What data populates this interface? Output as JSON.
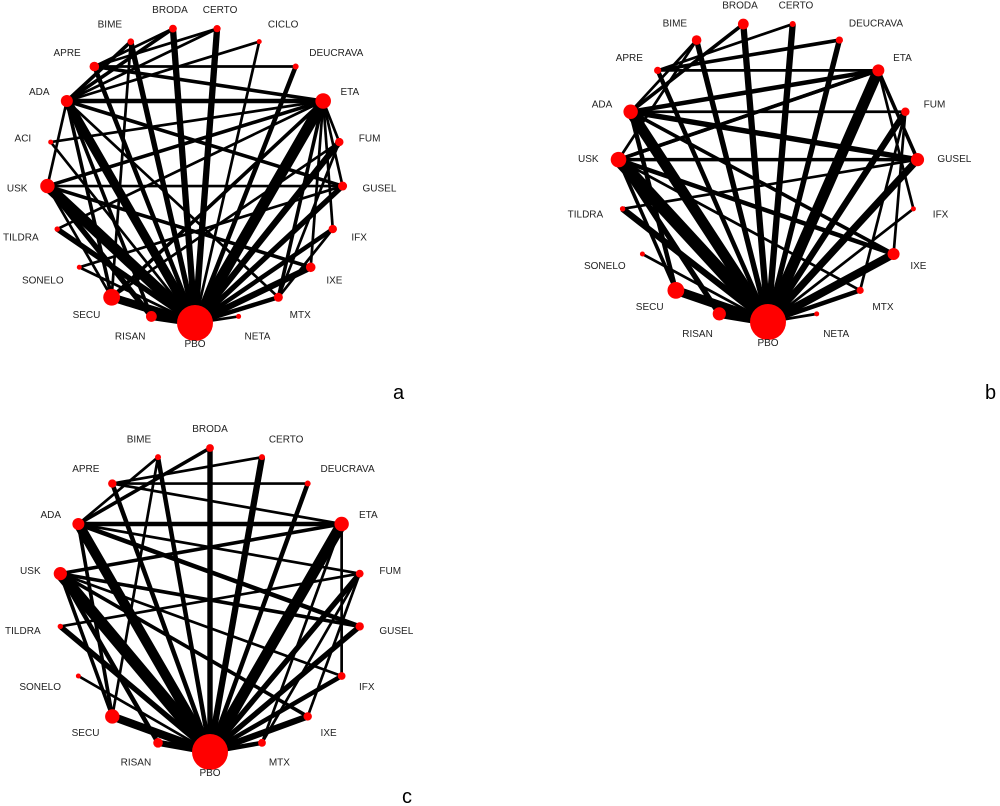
{
  "colors": {
    "edge": "#000000",
    "node": "#ff0000",
    "label": "#222222",
    "background": "#ffffff"
  },
  "panels": [
    {
      "id": "a",
      "letter": "a",
      "nodes": [
        {
          "name": "CERTO",
          "size": 1.2
        },
        {
          "name": "CICLO",
          "size": 0.8
        },
        {
          "name": "DEUCRAVA",
          "size": 1.0
        },
        {
          "name": "ETA",
          "size": 2.6
        },
        {
          "name": "FUM",
          "size": 1.4
        },
        {
          "name": "GUSEL",
          "size": 1.5
        },
        {
          "name": "IFX",
          "size": 1.4
        },
        {
          "name": "IXE",
          "size": 1.6
        },
        {
          "name": "MTX",
          "size": 1.5
        },
        {
          "name": "NETA",
          "size": 0.7
        },
        {
          "name": "PBO",
          "size": 6.0
        },
        {
          "name": "RISAN",
          "size": 1.8
        },
        {
          "name": "SECU",
          "size": 2.8
        },
        {
          "name": "SONELO",
          "size": 0.7
        },
        {
          "name": "TILDRA",
          "size": 0.9
        },
        {
          "name": "USK",
          "size": 2.4
        },
        {
          "name": "ACI",
          "size": 0.6
        },
        {
          "name": "ADA",
          "size": 2.0
        },
        {
          "name": "APRE",
          "size": 1.6
        },
        {
          "name": "BIME",
          "size": 1.1
        },
        {
          "name": "BRODA",
          "size": 1.3
        }
      ],
      "edges": [
        [
          "PBO",
          "BRODA",
          7
        ],
        [
          "PBO",
          "BIME",
          6
        ],
        [
          "PBO",
          "APRE",
          5
        ],
        [
          "PBO",
          "ADA",
          10
        ],
        [
          "PBO",
          "ACI",
          3
        ],
        [
          "PBO",
          "USK",
          12
        ],
        [
          "PBO",
          "TILDRA",
          6
        ],
        [
          "PBO",
          "SONELO",
          3
        ],
        [
          "PBO",
          "SECU",
          9
        ],
        [
          "PBO",
          "RISAN",
          8
        ],
        [
          "PBO",
          "NETA",
          3
        ],
        [
          "PBO",
          "MTX",
          5
        ],
        [
          "PBO",
          "IXE",
          7
        ],
        [
          "PBO",
          "IFX",
          5
        ],
        [
          "PBO",
          "GUSEL",
          6
        ],
        [
          "PBO",
          "FUM",
          7
        ],
        [
          "PBO",
          "ETA",
          12
        ],
        [
          "PBO",
          "DEUCRAVA",
          5
        ],
        [
          "PBO",
          "CICLO",
          3
        ],
        [
          "PBO",
          "CERTO",
          7
        ],
        [
          "ETA",
          "USK",
          4
        ],
        [
          "ETA",
          "ADA",
          5
        ],
        [
          "ETA",
          "ACI",
          3
        ],
        [
          "ETA",
          "IFX",
          3
        ],
        [
          "ETA",
          "MTX",
          4
        ],
        [
          "ETA",
          "GUSEL",
          3
        ],
        [
          "ETA",
          "FUM",
          3
        ],
        [
          "ETA",
          "APRE",
          4
        ],
        [
          "CERTO",
          "ADA",
          3
        ],
        [
          "CERTO",
          "APRE",
          3
        ],
        [
          "BRODA",
          "ADA",
          4
        ],
        [
          "BRODA",
          "APRE",
          3
        ],
        [
          "BIME",
          "ADA",
          4
        ],
        [
          "BIME",
          "SECU",
          3
        ],
        [
          "ADA",
          "USK",
          3
        ],
        [
          "ADA",
          "MTX",
          3
        ],
        [
          "ADA",
          "SECU",
          4
        ],
        [
          "USK",
          "SECU",
          3
        ],
        [
          "GUSEL",
          "ADA",
          4
        ],
        [
          "IXE",
          "USK",
          4
        ],
        [
          "IXE",
          "ETA",
          3
        ],
        [
          "FUM",
          "MTX",
          3
        ],
        [
          "GUSEL",
          "USK",
          3
        ],
        [
          "RISAN",
          "USK",
          6
        ],
        [
          "RISAN",
          "ADA",
          4
        ],
        [
          "DEUCRAVA",
          "APRE",
          3
        ],
        [
          "CICLO",
          "ADA",
          3
        ],
        [
          "IFX",
          "MTX",
          3
        ],
        [
          "FUM",
          "SECU",
          3
        ],
        [
          "SECU",
          "ETA",
          4
        ],
        [
          "TILDRA",
          "ETA",
          3
        ],
        [
          "SONELO",
          "GUSEL",
          3
        ]
      ]
    },
    {
      "id": "b",
      "letter": "b",
      "nodes": [
        {
          "name": "CERTO",
          "size": 1.0
        },
        {
          "name": "DEUCRAVA",
          "size": 1.2
        },
        {
          "name": "ETA",
          "size": 2.0
        },
        {
          "name": "FUM",
          "size": 1.4
        },
        {
          "name": "GUSEL",
          "size": 2.2
        },
        {
          "name": "IFX",
          "size": 0.8
        },
        {
          "name": "IXE",
          "size": 2.0
        },
        {
          "name": "MTX",
          "size": 1.2
        },
        {
          "name": "NETA",
          "size": 0.7
        },
        {
          "name": "PBO",
          "size": 6.0
        },
        {
          "name": "RISAN",
          "size": 2.2
        },
        {
          "name": "SECU",
          "size": 2.8
        },
        {
          "name": "SONELO",
          "size": 0.7
        },
        {
          "name": "TILDRA",
          "size": 0.9
        },
        {
          "name": "USK",
          "size": 2.6
        },
        {
          "name": "ADA",
          "size": 2.4
        },
        {
          "name": "APRE",
          "size": 1.2
        },
        {
          "name": "BIME",
          "size": 1.6
        },
        {
          "name": "BRODA",
          "size": 1.8
        }
      ],
      "edges": [
        [
          "PBO",
          "CERTO",
          7
        ],
        [
          "PBO",
          "BRODA",
          7
        ],
        [
          "PBO",
          "BIME",
          6
        ],
        [
          "PBO",
          "APRE",
          5
        ],
        [
          "PBO",
          "ADA",
          12
        ],
        [
          "PBO",
          "USK",
          14
        ],
        [
          "PBO",
          "TILDRA",
          7
        ],
        [
          "PBO",
          "SONELO",
          3
        ],
        [
          "PBO",
          "SECU",
          10
        ],
        [
          "PBO",
          "RISAN",
          9
        ],
        [
          "PBO",
          "NETA",
          3
        ],
        [
          "PBO",
          "MTX",
          5
        ],
        [
          "PBO",
          "IXE",
          9
        ],
        [
          "PBO",
          "IFX",
          3
        ],
        [
          "PBO",
          "GUSEL",
          8
        ],
        [
          "PBO",
          "FUM",
          7
        ],
        [
          "PBO",
          "ETA",
          12
        ],
        [
          "PBO",
          "DEUCRAVA",
          6
        ],
        [
          "GUSEL",
          "ADA",
          6
        ],
        [
          "GUSEL",
          "ETA",
          4
        ],
        [
          "GUSEL",
          "USK",
          4
        ],
        [
          "ETA",
          "ADA",
          5
        ],
        [
          "ETA",
          "USK",
          4
        ],
        [
          "ETA",
          "APRE",
          3
        ],
        [
          "ETA",
          "IFX",
          3
        ],
        [
          "DEUCRAVA",
          "APRE",
          4
        ],
        [
          "BRODA",
          "ADA",
          4
        ],
        [
          "BIME",
          "USK",
          3
        ],
        [
          "BIME",
          "ADA",
          3
        ],
        [
          "IXE",
          "USK",
          5
        ],
        [
          "IXE",
          "ADA",
          4
        ],
        [
          "FUM",
          "ADA",
          3
        ],
        [
          "FUM",
          "MTX",
          3
        ],
        [
          "MTX",
          "USK",
          3
        ],
        [
          "RISAN",
          "USK",
          6
        ],
        [
          "SECU",
          "ADA",
          5
        ],
        [
          "SECU",
          "USK",
          4
        ],
        [
          "TILDRA",
          "GUSEL",
          3
        ],
        [
          "USK",
          "ETA",
          4
        ],
        [
          "CERTO",
          "APRE",
          3
        ],
        [
          "FUM",
          "IXE",
          3
        ]
      ]
    },
    {
      "id": "c",
      "letter": "c",
      "nodes": [
        {
          "name": "CERTO",
          "size": 1.0
        },
        {
          "name": "DEUCRAVA",
          "size": 1.0
        },
        {
          "name": "ETA",
          "size": 2.4
        },
        {
          "name": "FUM",
          "size": 1.3
        },
        {
          "name": "GUSEL",
          "size": 1.4
        },
        {
          "name": "IFX",
          "size": 1.3
        },
        {
          "name": "IXE",
          "size": 1.4
        },
        {
          "name": "MTX",
          "size": 1.3
        },
        {
          "name": "PBO",
          "size": 6.0
        },
        {
          "name": "RISAN",
          "size": 1.6
        },
        {
          "name": "SECU",
          "size": 2.4
        },
        {
          "name": "SONELO",
          "size": 0.6
        },
        {
          "name": "TILDRA",
          "size": 0.9
        },
        {
          "name": "USK",
          "size": 2.2
        },
        {
          "name": "ADA",
          "size": 2.0
        },
        {
          "name": "APRE",
          "size": 1.4
        },
        {
          "name": "BIME",
          "size": 1.0
        },
        {
          "name": "BRODA",
          "size": 1.3
        }
      ],
      "edges": [
        [
          "PBO",
          "CERTO",
          7
        ],
        [
          "PBO",
          "BRODA",
          6
        ],
        [
          "PBO",
          "BIME",
          5
        ],
        [
          "PBO",
          "APRE",
          5
        ],
        [
          "PBO",
          "ADA",
          11
        ],
        [
          "PBO",
          "USK",
          13
        ],
        [
          "PBO",
          "TILDRA",
          6
        ],
        [
          "PBO",
          "SONELO",
          3
        ],
        [
          "PBO",
          "SECU",
          9
        ],
        [
          "PBO",
          "RISAN",
          7
        ],
        [
          "PBO",
          "MTX",
          5
        ],
        [
          "PBO",
          "IXE",
          7
        ],
        [
          "PBO",
          "IFX",
          5
        ],
        [
          "PBO",
          "GUSEL",
          6
        ],
        [
          "PBO",
          "FUM",
          6
        ],
        [
          "PBO",
          "ETA",
          12
        ],
        [
          "PBO",
          "DEUCRAVA",
          5
        ],
        [
          "ETA",
          "ADA",
          5
        ],
        [
          "ETA",
          "USK",
          4
        ],
        [
          "ETA",
          "APRE",
          3
        ],
        [
          "ETA",
          "IFX",
          3
        ],
        [
          "ETA",
          "MTX",
          3
        ],
        [
          "GUSEL",
          "ADA",
          5
        ],
        [
          "GUSEL",
          "USK",
          4
        ],
        [
          "FUM",
          "ADA",
          3
        ],
        [
          "FUM",
          "IXE",
          3
        ],
        [
          "FUM",
          "MTX",
          3
        ],
        [
          "DEUCRAVA",
          "APRE",
          3
        ],
        [
          "BRODA",
          "ADA",
          4
        ],
        [
          "BIME",
          "ADA",
          3
        ],
        [
          "BIME",
          "SECU",
          3
        ],
        [
          "IXE",
          "USK",
          4
        ],
        [
          "RISAN",
          "USK",
          5
        ],
        [
          "SECU",
          "USK",
          4
        ],
        [
          "SECU",
          "ADA",
          4
        ],
        [
          "TILDRA",
          "FUM",
          3
        ],
        [
          "CERTO",
          "APRE",
          3
        ],
        [
          "USK",
          "IFX",
          3
        ]
      ]
    }
  ]
}
